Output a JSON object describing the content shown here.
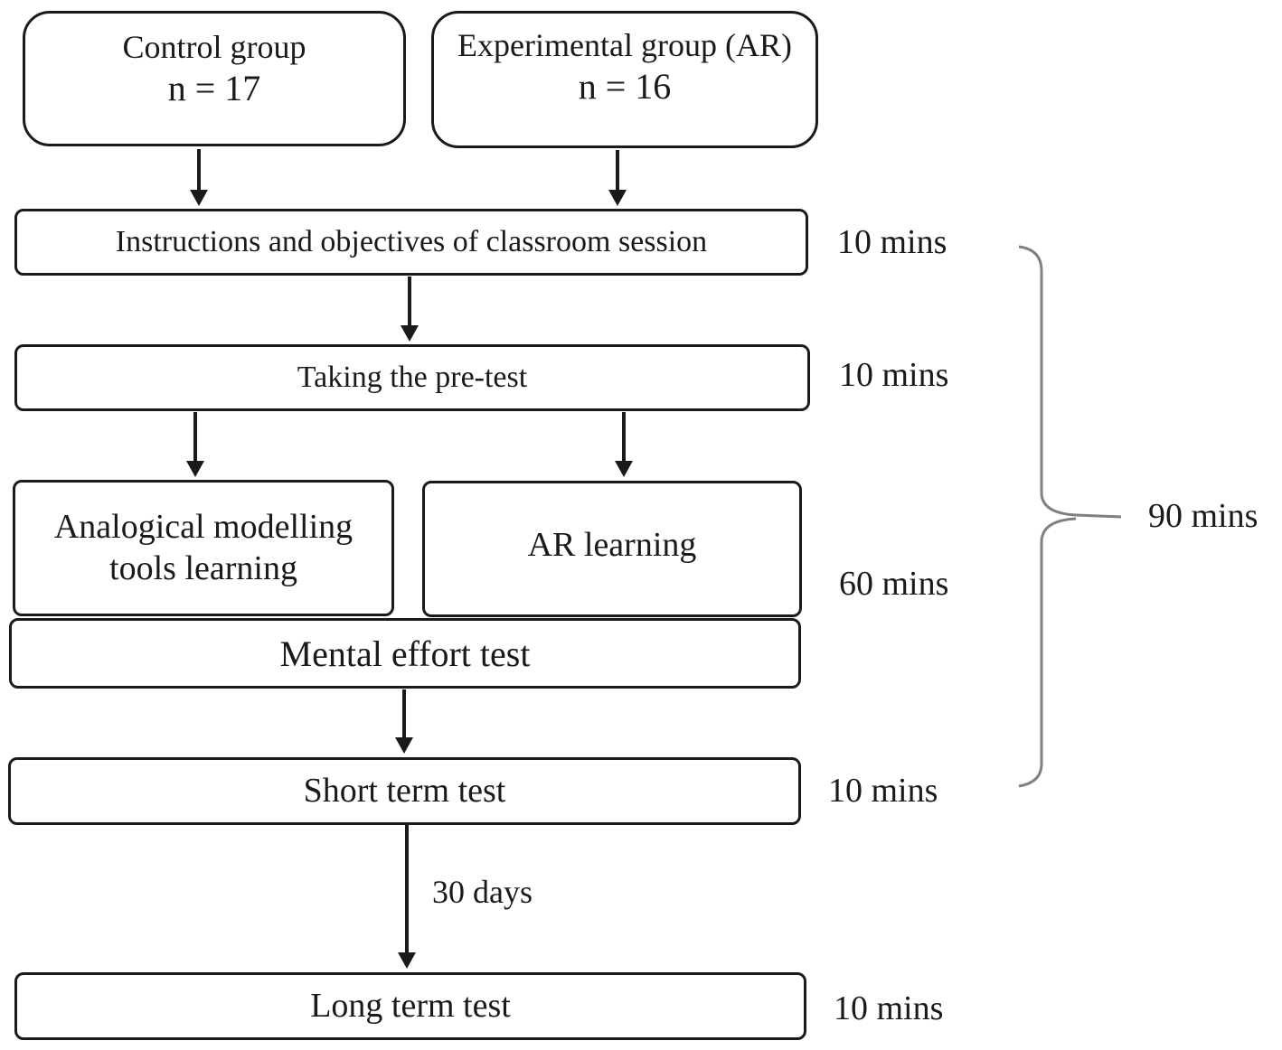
{
  "groups": {
    "control": {
      "label": "Control group",
      "n": "n = 17"
    },
    "experimental": {
      "label": "Experimental group (AR)",
      "n": "n = 16"
    }
  },
  "steps": {
    "instructions": "Instructions and objectives of classroom session",
    "pretest": "Taking the pre-test",
    "analogical": "Analogical modelling tools learning",
    "ar_learning": "AR learning",
    "mental_effort": "Mental effort test",
    "short_term": "Short term test",
    "long_term": "Long term test"
  },
  "durations": {
    "instructions": "10 mins",
    "pretest": "10 mins",
    "learning": "60 mins",
    "short_term": "10 mins",
    "long_term": "10 mins",
    "total": "90 mins"
  },
  "interval": {
    "label": "30 days"
  },
  "colors": {
    "stroke": "#1a1a1a",
    "bracket": "#808080",
    "background": "#ffffff"
  }
}
